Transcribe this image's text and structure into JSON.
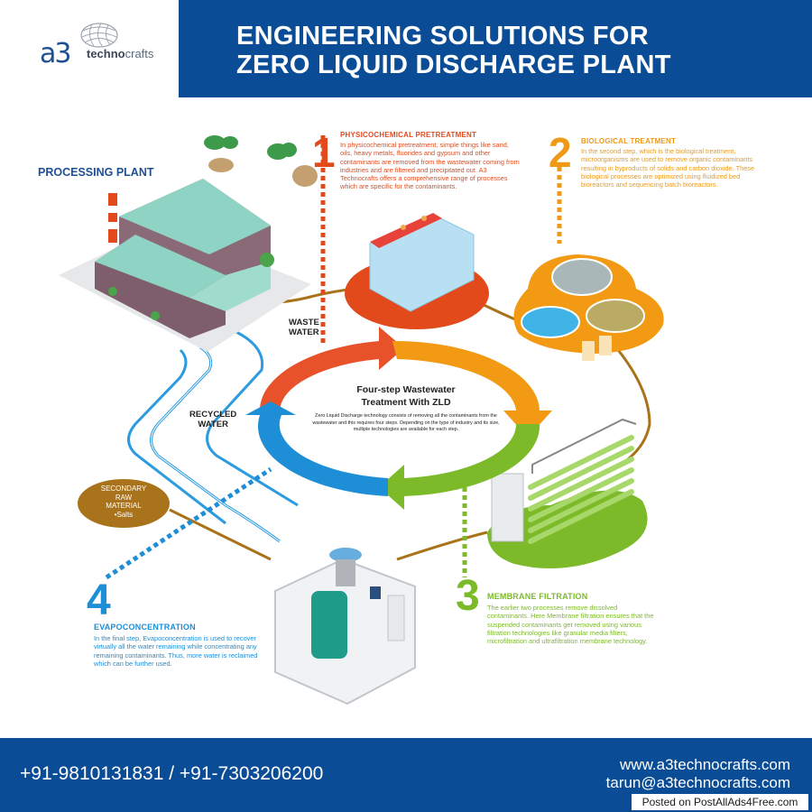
{
  "header": {
    "logo_a3": "a3",
    "logo_techno": "techno",
    "logo_crafts": "crafts",
    "title_line1": "ENGINEERING SOLUTIONS FOR",
    "title_line2": "ZERO LIQUID DISCHARGE PLANT"
  },
  "labels": {
    "processing_plant": "PROCESSING PLANT",
    "waste_water_1": "WASTE",
    "waste_water_2": "WATER",
    "recycled_water_1": "RECYCLED",
    "recycled_water_2": "WATER",
    "secondary_1": "SECONDARY",
    "secondary_2": "RAW",
    "secondary_3": "MATERIAL",
    "secondary_4": "•Salts"
  },
  "center": {
    "title_line1": "Four-step Wastewater",
    "title_line2": "Treatment With ZLD",
    "desc": "Zero Liquid Discharge technology consists of removing all the contaminants from the wastewater and this requires four steps. Depending on the type of industry and its size, multiple technologies are available for each step."
  },
  "steps": [
    {
      "number": "1",
      "title": "PHYSICOCHEMICAL PRETREATMENT",
      "desc": "In physicochemical pretreatment, simple things like sand, oils, heavy metals, fluorides and gypsum and other contaminants are removed from the wastewater coming from industries and are filtered and precipitated out. A3 Technocrafts offers a comprehensive range of processes which are specific for the contaminants.",
      "color": "#e24a1c"
    },
    {
      "number": "2",
      "title": "BIOLOGICAL TREATMENT",
      "desc": "In the second step, which is the biological treatment, microorganisms are used to remove organic contaminants resulting in byproducts of solids and carbon dioxide. These biological processes are optimized using fluidized bed bioreactors and sequencing batch bioreactors.",
      "color": "#ee9a16"
    },
    {
      "number": "3",
      "title": "MEMBRANE FILTRATION",
      "desc": "The earlier two processes remove dissolved contaminants. Here Membrane filtration ensures that the suspended contaminants get removed using various filtration technologies like granular media filters, microfiltration and ultrafiltration membrane technology.",
      "color": "#7cba2a"
    },
    {
      "number": "4",
      "title": "EVAPOCONCENTRATION",
      "desc": "In the final step, Evapoconcentration is used to recover virtually all the water remaining while concentrating any remaining contaminants. Thus, more water is reclaimed which can be further used.",
      "color": "#1e8ed6"
    }
  ],
  "footer": {
    "phone": "+91-9810131831 / +91-7303206200",
    "website": "www.a3technocrafts.com",
    "email": "tarun@a3technocrafts.com",
    "watermark": "Posted on PostAllAds4Free.com"
  },
  "colors": {
    "brand_blue": "#0b4c96",
    "step1": "#e24a1c",
    "step2": "#ee9a16",
    "step3": "#7cba2a",
    "step4": "#1e8ed6",
    "pipe_brown": "#a8731a"
  }
}
